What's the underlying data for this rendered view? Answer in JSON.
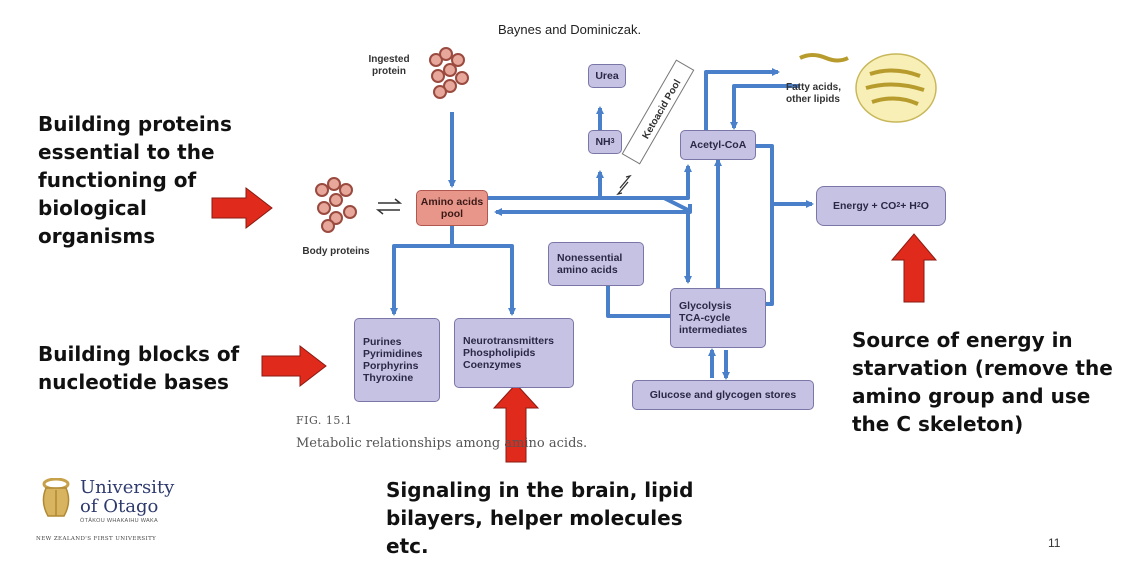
{
  "credit": "Baynes and Dominiczak.",
  "callouts": {
    "proteins": [
      "Building proteins",
      "essential to the",
      "functioning of",
      "biological",
      "organisms"
    ],
    "nucleotides": [
      "Building blocks of",
      "nucleotide bases"
    ],
    "signaling": [
      "Signaling in the brain, lipid",
      "bilayers, helper molecules",
      "etc."
    ],
    "energy": [
      "Source of energy in",
      "starvation (remove the",
      "amino group and use",
      "the C skeleton)"
    ]
  },
  "diagram": {
    "ingested_protein": [
      "Ingested",
      "protein"
    ],
    "body_proteins": "Body proteins",
    "amino_pool": [
      "Amino acids",
      "pool"
    ],
    "urea": "Urea",
    "nh3": "NH",
    "nh3_sub": "3",
    "ketoacid_pool": "Ketoacid Pool",
    "acetyl_coa": "Acetyl-CoA",
    "fatty_acids": [
      "Fatty acids,",
      "other lipids"
    ],
    "energy": "Energy + CO",
    "energy_sub1": "2",
    "energy_mid": " + H",
    "energy_sub2": "2",
    "energy_end": "O",
    "nonessential": [
      "Nonessential",
      "amino acids"
    ],
    "glycolysis": [
      "Glycolysis",
      "TCA-cycle",
      "intermediates"
    ],
    "purines": [
      "Purines",
      "Pyrimidines",
      "Porphyrins",
      "Thyroxine"
    ],
    "neuro": [
      "Neurotransmitters",
      "Phospholipids",
      "Coenzymes"
    ],
    "glucose": "Glucose and glycogen stores",
    "fig_label": "FIG. 15.1",
    "fig_caption": "Metabolic relationships among amino acids."
  },
  "logo": {
    "line1": "University",
    "line2": "of Otago",
    "maori": "ŌTĀKOU WHAKAIHU WAKA",
    "tagline": "NEW ZEALAND'S FIRST UNIVERSITY"
  },
  "page_number": "11",
  "colors": {
    "arrow_blue": "#4a7fc9",
    "callout_red": "#e02a1c",
    "box_purple": "#c6c2e3",
    "pool_salmon": "#e8958a"
  }
}
